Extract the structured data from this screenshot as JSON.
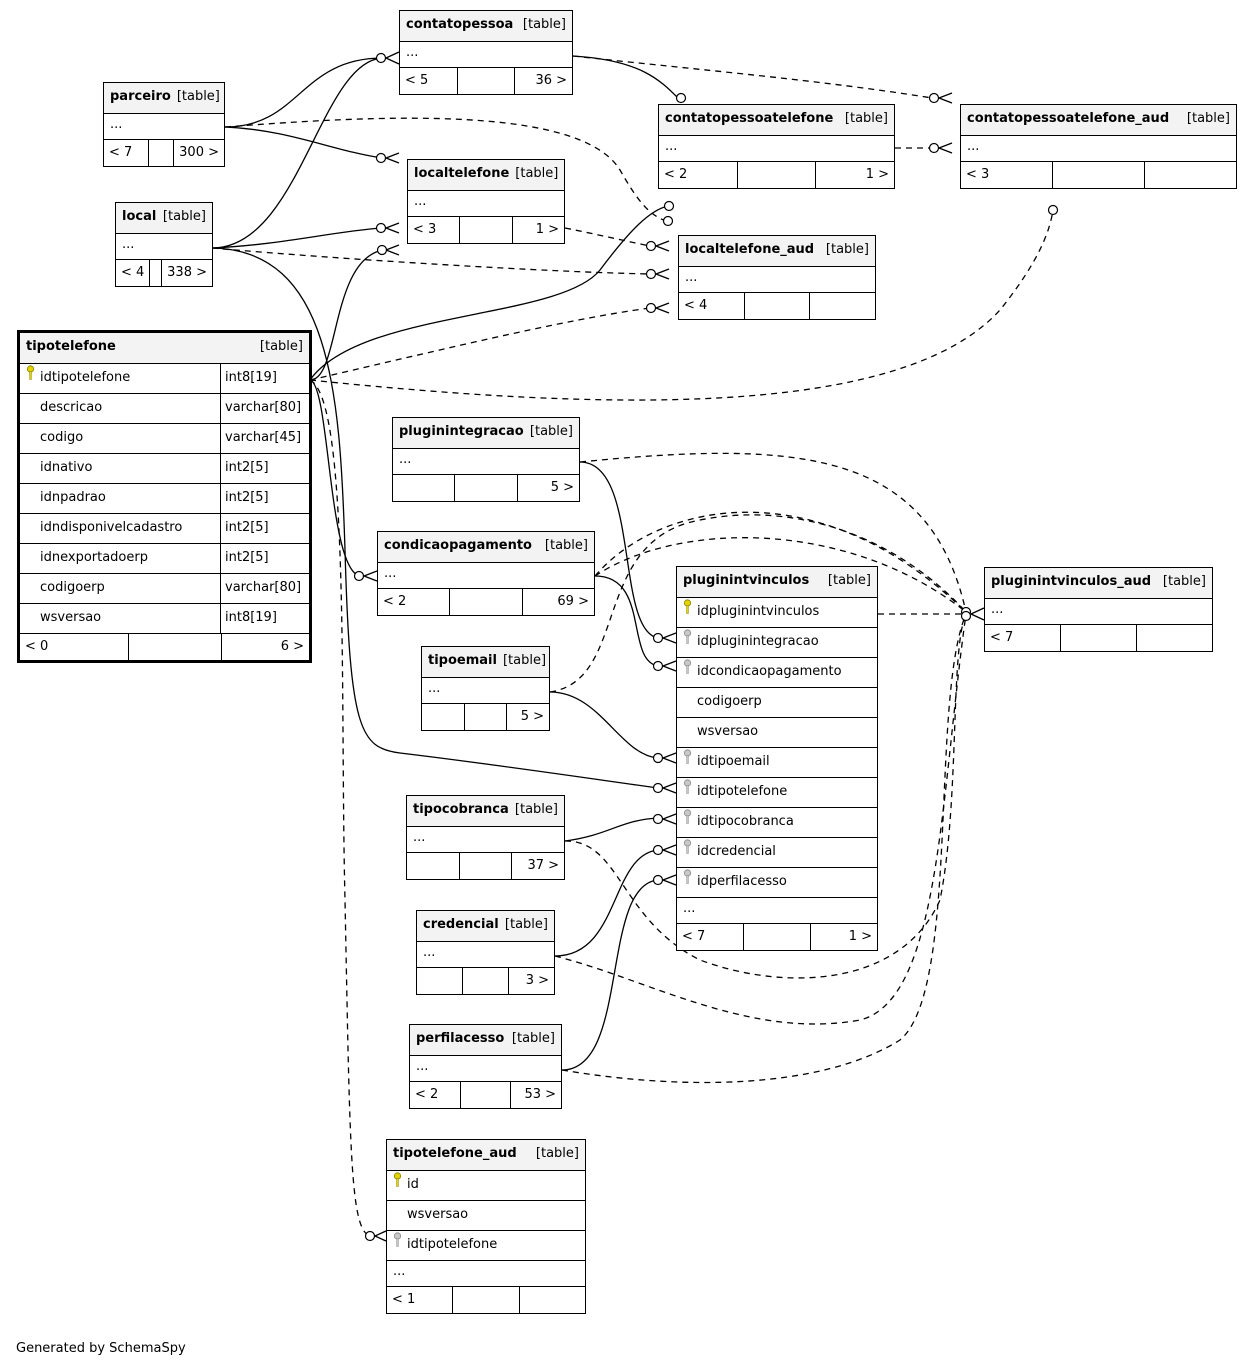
{
  "generated_by": "Generated by SchemaSpy",
  "tag": "[table]",
  "tables": {
    "contatopessoa": {
      "name": "contatopessoa",
      "footer": [
        "< 5",
        "",
        "36 >"
      ]
    },
    "parceiro": {
      "name": "parceiro",
      "footer": [
        "< 7",
        "",
        "300 >"
      ]
    },
    "local": {
      "name": "local",
      "footer": [
        "< 4",
        "",
        "338 >"
      ]
    },
    "localtelefone": {
      "name": "localtelefone",
      "footer": [
        "< 3",
        "",
        "1 >"
      ]
    },
    "contatopessoatelefone": {
      "name": "contatopessoatelefone",
      "footer": [
        "< 2",
        "",
        "1 >"
      ]
    },
    "contatopessoatelefone_aud": {
      "name": "contatopessoatelefone_aud",
      "footer": [
        "< 3",
        "",
        ""
      ]
    },
    "localtelefone_aud": {
      "name": "localtelefone_aud",
      "footer": [
        "< 4",
        "",
        ""
      ]
    },
    "tipotelefone": {
      "name": "tipotelefone",
      "footer": [
        "< 0",
        "",
        "6 >"
      ],
      "columns": [
        {
          "name": "idtipotelefone",
          "type": "int8[19]",
          "key": "pk"
        },
        {
          "name": "descricao",
          "type": "varchar[80]",
          "key": ""
        },
        {
          "name": "codigo",
          "type": "varchar[45]",
          "key": ""
        },
        {
          "name": "idnativo",
          "type": "int2[5]",
          "key": ""
        },
        {
          "name": "idnpadrao",
          "type": "int2[5]",
          "key": ""
        },
        {
          "name": "idndisponivelcadastro",
          "type": "int2[5]",
          "key": ""
        },
        {
          "name": "idnexportadoerp",
          "type": "int2[5]",
          "key": ""
        },
        {
          "name": "codigoerp",
          "type": "varchar[80]",
          "key": ""
        },
        {
          "name": "wsversao",
          "type": "int8[19]",
          "key": ""
        }
      ]
    },
    "pluginintegracao": {
      "name": "pluginintegracao",
      "footer": [
        "",
        "",
        "5 >"
      ]
    },
    "condicaopagamento": {
      "name": "condicaopagamento",
      "footer": [
        "< 2",
        "",
        "69 >"
      ]
    },
    "tipoemail": {
      "name": "tipoemail",
      "footer": [
        "",
        "",
        "5 >"
      ]
    },
    "tipocobranca": {
      "name": "tipocobranca",
      "footer": [
        "",
        "",
        "37 >"
      ]
    },
    "credencial": {
      "name": "credencial",
      "footer": [
        "",
        "",
        "3 >"
      ]
    },
    "perfilacesso": {
      "name": "perfilacesso",
      "footer": [
        "< 2",
        "",
        "53 >"
      ]
    },
    "pluginintvinculos": {
      "name": "pluginintvinculos",
      "footer": [
        "< 7",
        "",
        "1 >"
      ],
      "columns": [
        {
          "name": "idpluginintvinculos",
          "key": "pk"
        },
        {
          "name": "idpluginintegracao",
          "key": "fk"
        },
        {
          "name": "idcondicaopagamento",
          "key": "fk"
        },
        {
          "name": "codigoerp",
          "key": ""
        },
        {
          "name": "wsversao",
          "key": ""
        },
        {
          "name": "idtipoemail",
          "key": "fk"
        },
        {
          "name": "idtipotelefone",
          "key": "fk"
        },
        {
          "name": "idtipocobranca",
          "key": "fk"
        },
        {
          "name": "idcredencial",
          "key": "fk"
        },
        {
          "name": "idperfilacesso",
          "key": "fk"
        }
      ]
    },
    "pluginintvinculos_aud": {
      "name": "pluginintvinculos_aud",
      "footer": [
        "< 7",
        "",
        ""
      ]
    },
    "tipotelefone_aud": {
      "name": "tipotelefone_aud",
      "footer": [
        "< 1",
        "",
        ""
      ],
      "columns": [
        {
          "name": "id",
          "key": "pk"
        },
        {
          "name": "wsversao",
          "key": ""
        },
        {
          "name": "idtipotelefone",
          "key": "fk"
        }
      ]
    }
  }
}
